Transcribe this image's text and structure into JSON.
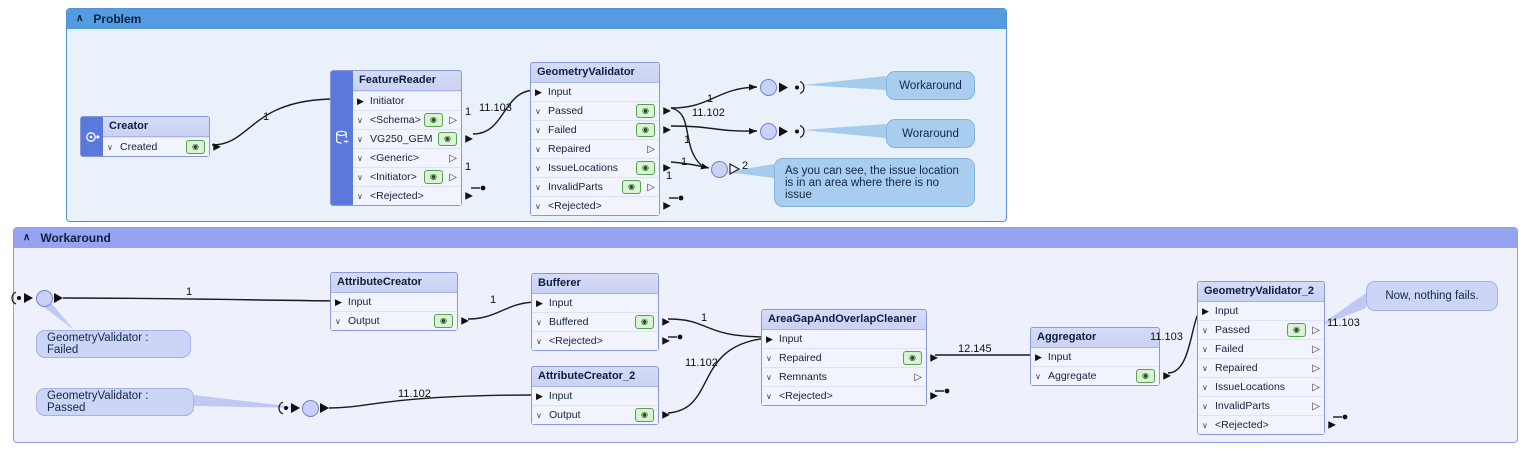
{
  "bookmarks": {
    "problem": {
      "title": "Problem",
      "collapse_icon": "collapse-chevron"
    },
    "workaround": {
      "title": "Workaround",
      "collapse_icon": "collapse-chevron"
    }
  },
  "nodes": {
    "creator": {
      "title": "Creator",
      "icon": "creator-icon",
      "ports": [
        {
          "label": "Created",
          "eye": true,
          "arrow": "filled"
        }
      ]
    },
    "feature_reader": {
      "title": "FeatureReader",
      "icon": "database-icon",
      "ports": [
        {
          "label": "Initiator",
          "type": "input"
        },
        {
          "label": "<Schema>",
          "eye": true,
          "arrow": "hollow"
        },
        {
          "label": "VG250_GEM",
          "eye": true,
          "arrow": "filled"
        },
        {
          "label": "<Generic>",
          "arrow": "hollow"
        },
        {
          "label": "<Initiator>",
          "eye": true,
          "arrow": "hollow"
        },
        {
          "label": "<Rejected>",
          "arrow": "filled"
        }
      ]
    },
    "geometry_validator": {
      "title": "GeometryValidator",
      "ports": [
        {
          "label": "Input",
          "type": "input"
        },
        {
          "label": "Passed",
          "eye": true,
          "arrow": "filled"
        },
        {
          "label": "Failed",
          "eye": true,
          "arrow": "filled"
        },
        {
          "label": "Repaired",
          "arrow": "hollow"
        },
        {
          "label": "IssueLocations",
          "eye": true,
          "arrow": "filled"
        },
        {
          "label": "InvalidParts",
          "eye": true,
          "arrow": "hollow"
        },
        {
          "label": "<Rejected>",
          "arrow": "filled"
        }
      ]
    },
    "attribute_creator": {
      "title": "AttributeCreator",
      "ports": [
        {
          "label": "Input",
          "type": "input"
        },
        {
          "label": "Output",
          "eye": true,
          "arrow": "filled"
        }
      ]
    },
    "bufferer": {
      "title": "Bufferer",
      "ports": [
        {
          "label": "Input",
          "type": "input"
        },
        {
          "label": "Buffered",
          "eye": true,
          "arrow": "filled"
        },
        {
          "label": "<Rejected>",
          "arrow": "filled"
        }
      ]
    },
    "attribute_creator_2": {
      "title": "AttributeCreator_2",
      "ports": [
        {
          "label": "Input",
          "type": "input"
        },
        {
          "label": "Output",
          "eye": true,
          "arrow": "filled"
        }
      ]
    },
    "area_gap_cleaner": {
      "title": "AreaGapAndOverlapCleaner",
      "ports": [
        {
          "label": "Input",
          "type": "input"
        },
        {
          "label": "Repaired",
          "eye": true,
          "arrow": "filled"
        },
        {
          "label": "Remnants",
          "arrow": "hollow"
        },
        {
          "label": "<Rejected>",
          "arrow": "filled"
        }
      ]
    },
    "aggregator": {
      "title": "Aggregator",
      "ports": [
        {
          "label": "Input",
          "type": "input"
        },
        {
          "label": "Aggregate",
          "eye": true,
          "arrow": "filled"
        }
      ]
    },
    "geometry_validator_2": {
      "title": "GeometryValidator_2",
      "ports": [
        {
          "label": "Input",
          "type": "input"
        },
        {
          "label": "Passed",
          "eye": true,
          "arrow": "hollow"
        },
        {
          "label": "Failed",
          "arrow": "hollow"
        },
        {
          "label": "Repaired",
          "arrow": "hollow"
        },
        {
          "label": "IssueLocations",
          "arrow": "hollow"
        },
        {
          "label": "InvalidParts",
          "arrow": "hollow"
        },
        {
          "label": "<Rejected>",
          "arrow": "filled"
        }
      ]
    }
  },
  "edge_labels": {
    "creator_out": "1",
    "reader_out": "11.103",
    "schema_count": "1",
    "initiator_count": "1",
    "passed_out": "1",
    "failed_out": "11.102",
    "passed_branch": "1",
    "issue_out": "1",
    "invalid_count": "1",
    "inspector_count": "2",
    "failed_in": "1",
    "attr_out": "1",
    "passed_in": "11.102",
    "buffered_out": "1",
    "attr2_out": "11.102",
    "repaired_out": "12.145",
    "aggregate_out": "11.103",
    "validator2_passed": "11.103"
  },
  "bubbles": {
    "workaround_tip": {
      "text": "Workaround"
    },
    "woraround_tip": {
      "text": "Woraround"
    },
    "issue_note": {
      "text": "As you can see, the issue location is in an area where there is no issue"
    },
    "failed_label": {
      "text": "GeometryValidator : Failed"
    },
    "passed_label": {
      "text": "GeometryValidator : Passed"
    },
    "nothing_fails": {
      "text": "Now, nothing fails."
    }
  },
  "colors": {
    "problem_header": "#559bdf",
    "problem_body": "#e9f1fb",
    "workaround_header": "#95a3f0",
    "workaround_body": "#eef1fc",
    "node_border": "#8a97d8",
    "node_header_bg": "#ccd4f4",
    "node_icon_bar": "#5b79dd",
    "eye_icon_bg": "#d9f4d2",
    "eye_icon_border": "#5aa050",
    "bubble_blue": "#a9cdee",
    "bubble_lavender": "#ccd5f6",
    "edge": "#1a1a1a"
  }
}
